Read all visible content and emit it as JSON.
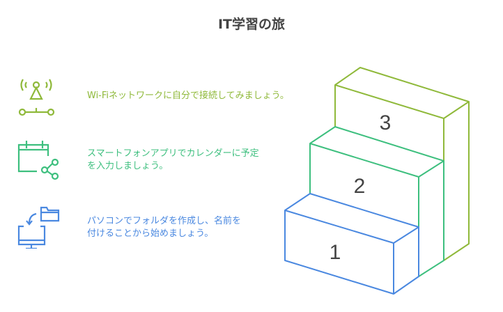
{
  "title": "IT学習の旅",
  "colors": {
    "step1": "#4a88e0",
    "step2": "#3dbf7e",
    "step3": "#8fb93a",
    "title": "#444444"
  },
  "steps": [
    {
      "number": "1",
      "line1": "パソコンでフォルダを作成し、名前を",
      "line2": "付けることから始めましょう。",
      "icon": "computer-folder-icon"
    },
    {
      "number": "2",
      "line1": "スマートフォンアプリでカレンダーに予定",
      "line2": "を入力しましょう。",
      "icon": "calendar-share-icon"
    },
    {
      "number": "3",
      "line1": "Wi-Fiネットワークに自分で接続してみましょう。",
      "line2": "",
      "icon": "wifi-antenna-icon"
    }
  ]
}
